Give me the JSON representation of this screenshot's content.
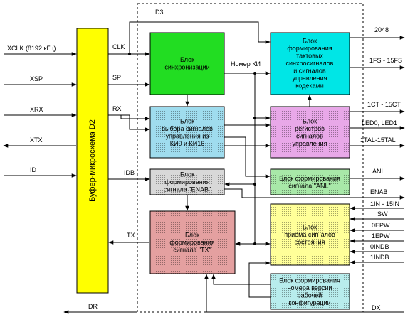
{
  "colors": {
    "buffer": "#ffff00",
    "sync": "#22dd22",
    "timing": "#00e6e6",
    "selector": "#9fdcee",
    "registers": "#e8a8e8",
    "enab": "#d8d8d8",
    "anl": "#a8e8a8",
    "tx": "#e4a0a0",
    "status": "#ffff99",
    "version": "#b8ecec"
  },
  "module": {
    "label": "D3"
  },
  "buffer": {
    "label": "Буфер-микросхема D2"
  },
  "blocks": {
    "sync": [
      "Блок",
      "синхронизации"
    ],
    "timing": [
      "Блок",
      "формирования",
      "тактовых",
      "синхросигналов",
      "и сигналов",
      "управления",
      "кодеками"
    ],
    "selector": [
      "Блок",
      "выбора сигналов",
      "управления из",
      "КИ0 и КИ16"
    ],
    "registers": [
      "Блок",
      "регистров",
      "сигналов",
      "управления"
    ],
    "enab": [
      "Блок",
      "формирования",
      "сигнала \"ENAB\""
    ],
    "anl": [
      "Блок формирования",
      "сигнала \"ANL\""
    ],
    "tx": [
      "Блок",
      "формирования",
      "сигнала \"TX\""
    ],
    "status": [
      "Блок",
      "приёма сигналов",
      "состояния"
    ],
    "version": [
      "Блок формирования",
      "номера версии",
      "рабочей",
      "конфигурации"
    ]
  },
  "left_signals": {
    "xclk": "XCLK (8192 кГц)",
    "xsp": "XSP",
    "xrx": "XRX",
    "xtx": "XTX",
    "id": "ID",
    "dr": "DR"
  },
  "internal_signals": {
    "clk": "CLK",
    "sp": "SP",
    "rx": "RX",
    "idb": "IDB",
    "tx": "TX",
    "ki": "Номер КИ"
  },
  "right_signals": {
    "s2048": "2048",
    "fs": "1FS - 15FS",
    "ct": "1CT - 15CT",
    "led": "LED0, LED1",
    "tal": "1TAL-15TAL",
    "anl": "ANL",
    "enab": "ENAB",
    "in": "1IN - 15IN",
    "sw": "SW",
    "epw0": "0EPW",
    "epw1": "1EPW",
    "indb0": "0INDB",
    "indb1": "1INDB",
    "dx": "DX"
  }
}
